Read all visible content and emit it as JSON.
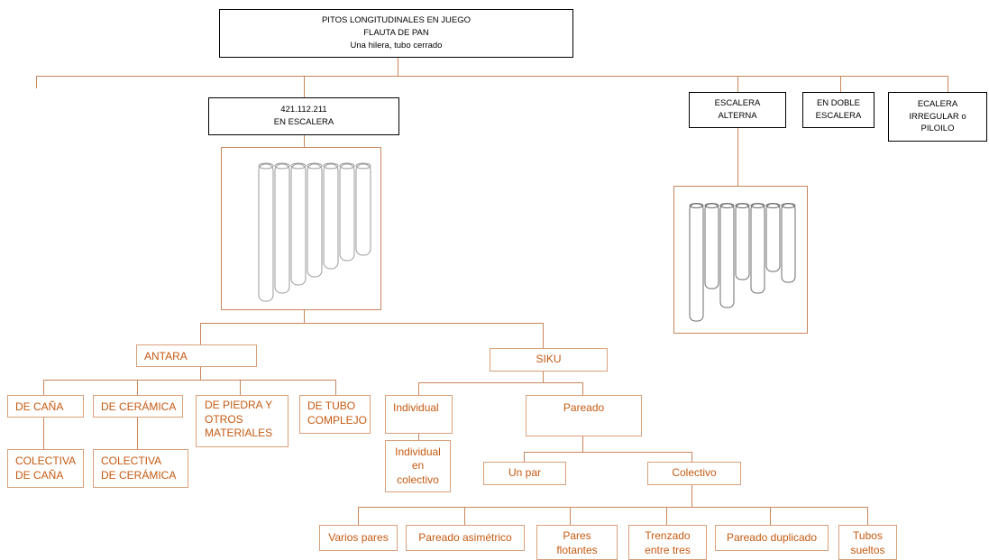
{
  "root": {
    "line1": "PITOS LONGITUDINALES  EN JUEGO",
    "line2": "FLAUTA  DE PAN",
    "line3": "Una hilera, tubo cerrado"
  },
  "categories": {
    "escalera": {
      "code": "421.112.211",
      "label": "EN ESCALERA"
    },
    "alterna": {
      "line1": "ESCALERA",
      "line2": "ALTERNA"
    },
    "doble": {
      "line1": "EN DOBLE",
      "line2": "ESCALERA"
    },
    "irregular": {
      "line1": "ECALERA",
      "line2": "IRREGULAR  o",
      "line3": "PILOILO"
    }
  },
  "illustrations": {
    "escalera_icon": "panpipe-stepped-icon",
    "alterna_icon": "panpipe-alternating-icon"
  },
  "antara": {
    "label": "ANTARA",
    "types": {
      "cana": "DE CAÑA",
      "ceramica": "DE CERÁMICA",
      "piedra": "DE PIEDRA Y\nOTROS\nMATERIALES",
      "tubo": "DE TUBO\nCOMPLEJO"
    },
    "colectiva_cana": "COLECTIVA\nDE CAÑA",
    "colectiva_ceramica": "COLECTIVA\nDE CERÁMICA"
  },
  "siku": {
    "label": "SIKU",
    "individual": "Individual",
    "individual_colectivo": "Individual\nen\ncolectivo",
    "pareado": "Pareado",
    "un_par": "Un par",
    "colectivo": "Colectivo",
    "leaves": {
      "varios": "Varios pares",
      "asimetrico": "Pareado asimétrico",
      "flotantes": "Pares\nflotantes",
      "trenzado": "Trenzado\nentre tres",
      "duplicado": "Pareado duplicado",
      "sueltos": "Tubos\nsueltos"
    }
  },
  "colors": {
    "line": "#c9865a",
    "text_orange": "#c55a11",
    "border_orange": "#d9a07a",
    "text_black": "#000000"
  }
}
